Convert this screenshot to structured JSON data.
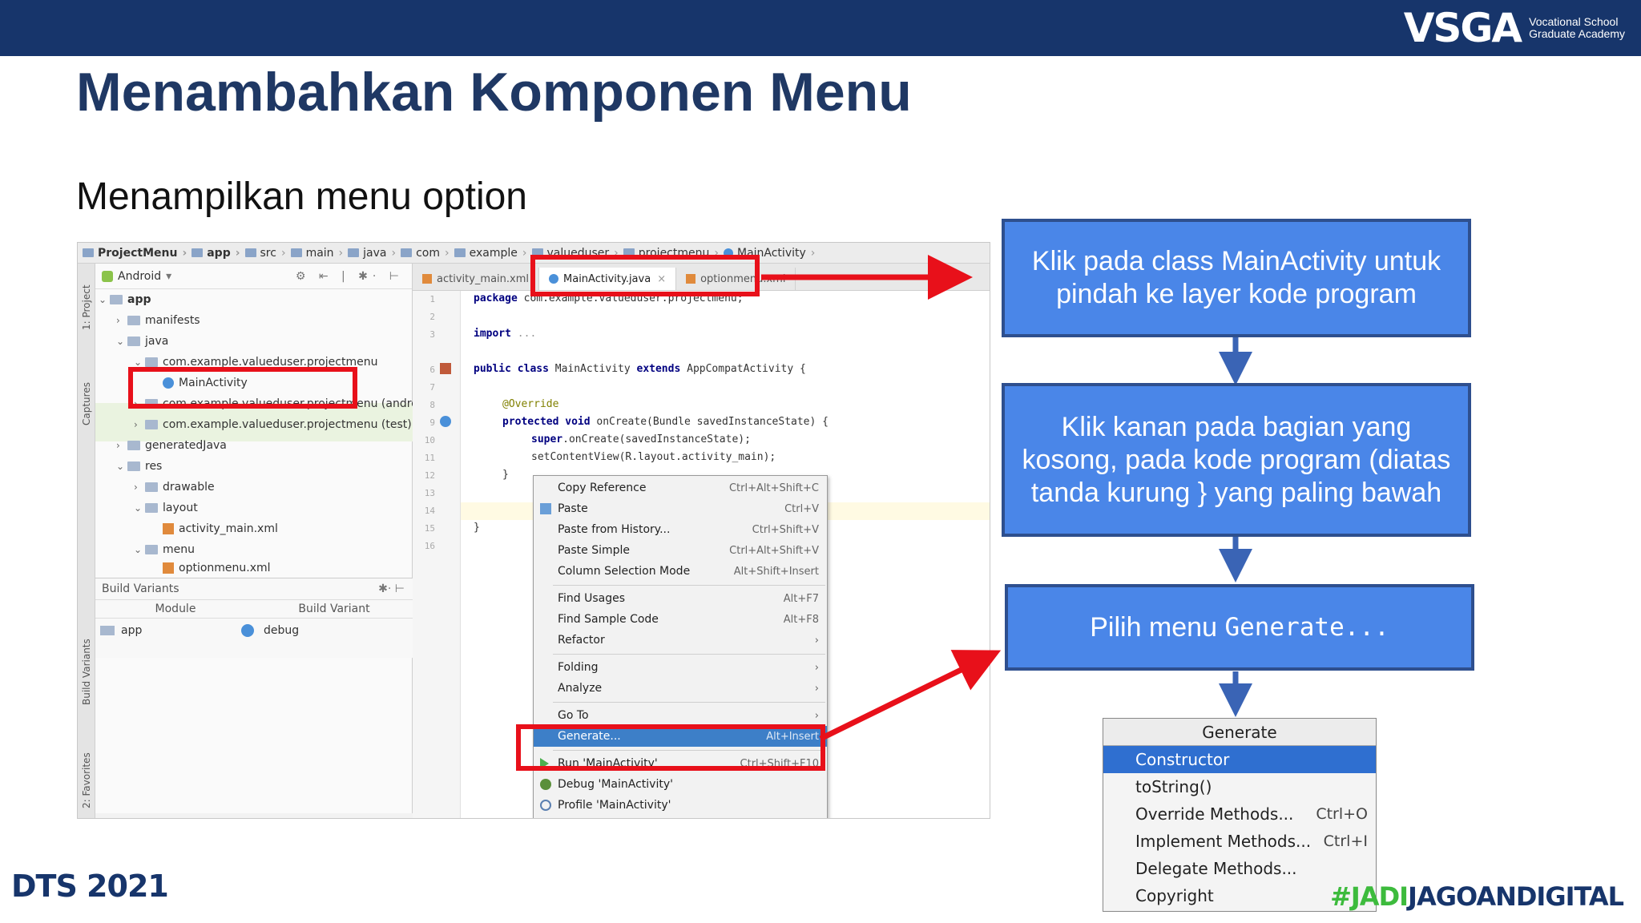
{
  "header": {
    "logo_main": "VSGA",
    "logo_sub_1": "Vocational School",
    "logo_sub_2": "Graduate Academy"
  },
  "slide": {
    "title": "Menambahkan Komponen Menu",
    "subtitle": "Menampilkan menu option"
  },
  "ide": {
    "breadcrumb": [
      "ProjectMenu",
      "app",
      "src",
      "main",
      "java",
      "com",
      "example",
      "valueduser",
      "projectmenu",
      "MainActivity"
    ],
    "project_view": "Android",
    "project_tools": "⚙ ⇤ | ✱· ⊢",
    "side_tabs": [
      "1: Project",
      "Captures",
      "Build Variants",
      "2: Favorites"
    ],
    "tree": [
      "app",
      "manifests",
      "java",
      "com.example.valueduser.projectmenu",
      "MainActivity",
      "com.example.valueduser.projectmenu (androidTest)",
      "com.example.valueduser.projectmenu (test)",
      "generatedJava",
      "res",
      "drawable",
      "layout",
      "activity_main.xml",
      "menu",
      "optionmenu.xml"
    ],
    "build_variants": {
      "title": "Build Variants",
      "col_module": "Module",
      "col_variant": "Build Variant",
      "module": "app",
      "variant": "debug"
    },
    "tabs": [
      "activity_main.xml",
      "MainActivity.java",
      "optionmenu.xml"
    ],
    "line_numbers": [
      "1",
      "2",
      "3",
      "",
      "6",
      "7",
      "8",
      "9",
      "10",
      "11",
      "12",
      "13",
      "14",
      "15",
      "16"
    ],
    "code": {
      "l1_kw": "package",
      "l1": " com.example.valueduser.projectmenu;",
      "l3_kw": "import",
      "l3": " ...",
      "l6_kw": "public class",
      "l6_name": " MainActivity ",
      "l6_kw2": "extends",
      "l6": " AppCompatActivity {",
      "l8": "@Override",
      "l9_kw": "protected void",
      "l9": " onCreate(Bundle savedInstanceState) {",
      "l10_kw": "super",
      "l10": ".onCreate(savedInstanceState);",
      "l11": "setContentView(R.layout.activity_main);",
      "l12": "}",
      "l15": "}"
    },
    "context_menu": [
      {
        "label": "Copy Reference",
        "shortcut": "Ctrl+Alt+Shift+C"
      },
      {
        "label": "Paste",
        "shortcut": "Ctrl+V"
      },
      {
        "label": "Paste from History...",
        "shortcut": "Ctrl+Shift+V"
      },
      {
        "label": "Paste Simple",
        "shortcut": "Ctrl+Alt+Shift+V"
      },
      {
        "label": "Column Selection Mode",
        "shortcut": "Alt+Shift+Insert"
      },
      {
        "label": "Find Usages",
        "shortcut": "Alt+F7"
      },
      {
        "label": "Find Sample Code",
        "shortcut": "Alt+F8"
      },
      {
        "label": "Refactor",
        "shortcut": "›"
      },
      {
        "label": "Folding",
        "shortcut": "›"
      },
      {
        "label": "Analyze",
        "shortcut": "›"
      },
      {
        "label": "Go To",
        "shortcut": "›"
      },
      {
        "label": "Generate...",
        "shortcut": "Alt+Insert"
      },
      {
        "label": "Run 'MainActivity'",
        "shortcut": "Ctrl+Shift+F10"
      },
      {
        "label": "Debug 'MainActivity'",
        "shortcut": ""
      },
      {
        "label": "Profile 'MainActivity'",
        "shortcut": ""
      }
    ]
  },
  "steps": {
    "step1": "Klik pada class MainActivity untuk pindah ke layer kode program",
    "step2": "Klik kanan pada bagian yang kosong, pada kode program (diatas tanda kurung } yang paling bawah",
    "step3_prefix": "Pilih menu",
    "step3_code": "Generate..."
  },
  "generate_popup": {
    "title": "Generate",
    "items": [
      {
        "label": "Constructor",
        "shortcut": ""
      },
      {
        "label": "toString()",
        "shortcut": ""
      },
      {
        "label": "Override Methods...",
        "shortcut": "Ctrl+O"
      },
      {
        "label": "Implement Methods...",
        "shortcut": "Ctrl+I"
      },
      {
        "label": "Delegate Methods...",
        "shortcut": ""
      },
      {
        "label": "Copyright",
        "shortcut": ""
      }
    ]
  },
  "footer": {
    "left": "DTS 2021",
    "right_a": "#JADI",
    "right_b": "JAGOANDIGITAL"
  },
  "colors": {
    "brand_navy": "#17356b",
    "step_box": "#4a86e8",
    "highlight_red": "#e8101a",
    "selection_blue": "#3d7fc8",
    "hashtag_green": "#3dbb3d"
  }
}
